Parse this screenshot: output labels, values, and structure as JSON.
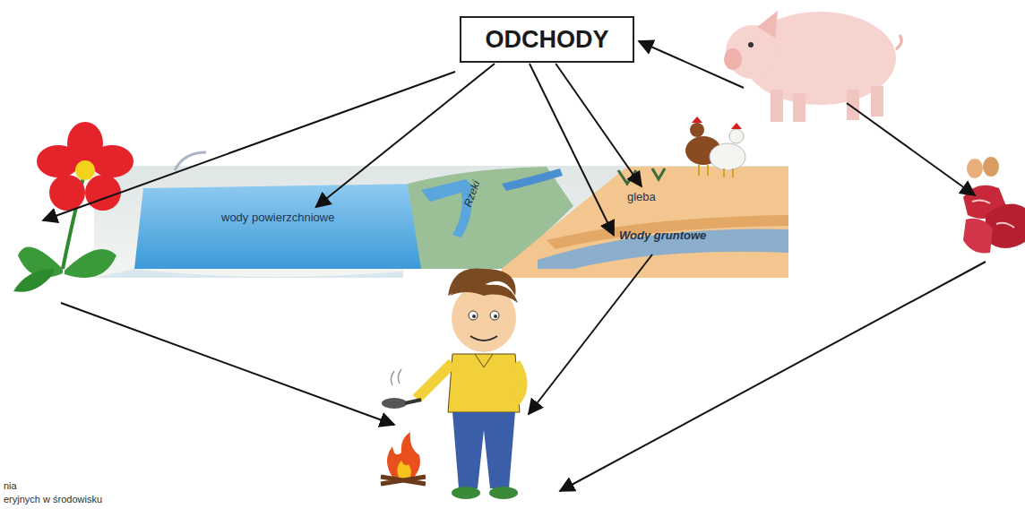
{
  "diagram": {
    "nodes": [
      {
        "text": [
          "ODCHODY"
        ]
      },
      {
        "text": [
          "wody powierzchniowe"
        ]
      },
      {
        "text": [
          "gleba"
        ]
      },
      {
        "text": [
          "Wody gruntowe"
        ]
      }
    ],
    "edges": [
      {
        "from": 0,
        "to": 1,
        "arrow": "to"
      },
      {
        "from": 0,
        "to": 3,
        "arrow": "to"
      },
      {
        "from": 0,
        "to": 2,
        "arrow": "to"
      }
    ],
    "labels": [
      "Rzeki",
      "nia",
      "eryjnych w środowisku"
    ]
  }
}
